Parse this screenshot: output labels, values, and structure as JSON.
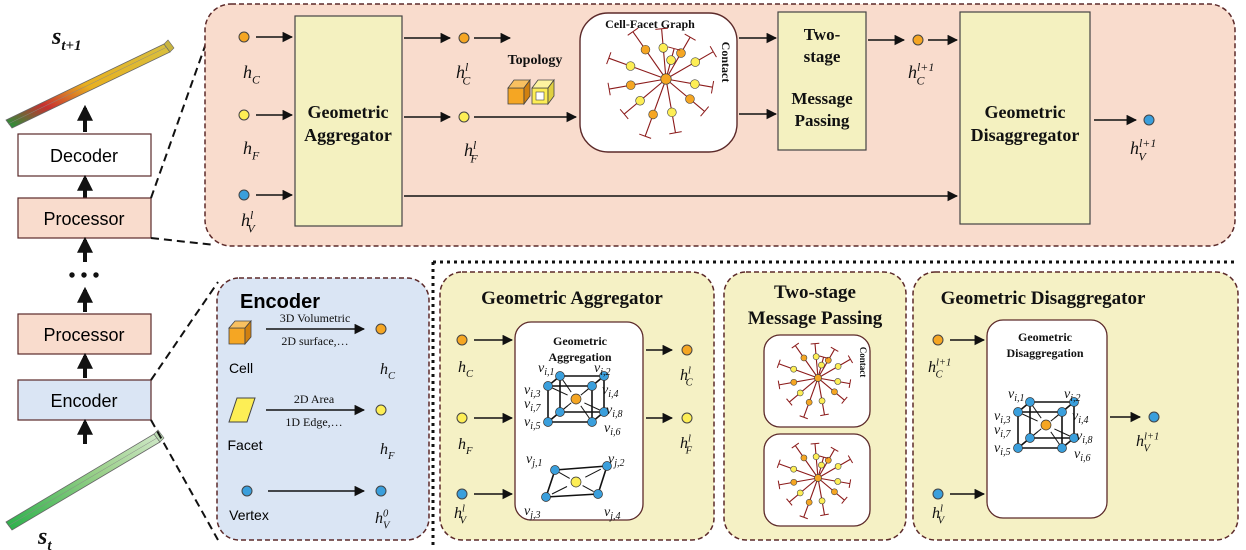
{
  "colors": {
    "processor_bg": "#f9dccd",
    "encoder_bg": "#dae5f4",
    "module_bg": "#f5f1c5",
    "block_bg": "#f4f1c0",
    "cell": "#f5a623",
    "facet": "#fdee55",
    "vertex": "#3a9fdc",
    "graph_edge": "#8b1a1a",
    "dashed_border": "#5c2a2a"
  },
  "icons": {
    "cell": "orange-cube-icon",
    "facet": "yellow-parallelogram-icon",
    "vertex": "blue-dot-icon",
    "mesh_state": "beam-mesh-icon"
  },
  "pipeline": {
    "state_top": [
      "s",
      "t+1"
    ],
    "state_bottom": [
      "s",
      "t"
    ],
    "decoder": "Decoder",
    "processor_top": "Processor",
    "ellipsis": "• • •",
    "processor_bottom": "Processor",
    "encoder": "Encoder"
  },
  "processor_detail": {
    "inputs": {
      "hc": [
        "h",
        "C",
        ""
      ],
      "hf": [
        "h",
        "F",
        ""
      ],
      "hv": [
        "h",
        "V",
        "l"
      ]
    },
    "aggregator": [
      "Geometric",
      "Aggregator"
    ],
    "mid": {
      "hc": [
        "h",
        "C",
        "l"
      ],
      "hf": [
        "h",
        "F",
        "l"
      ]
    },
    "topology": "Topology",
    "graph_title": "Cell-Facet Graph",
    "contact": "Contact",
    "message_passing": [
      "Two-",
      "stage",
      "Message",
      "Passing"
    ],
    "hc_next": [
      "h",
      "C",
      "l+1"
    ],
    "disaggregator": [
      "Geometric",
      "Disaggregator"
    ],
    "hv_next": [
      "h",
      "V",
      "l+1"
    ]
  },
  "encoder_detail": {
    "title": "Encoder",
    "cell_label": "Cell",
    "cell_top": "3D Volumetric",
    "cell_bottom": "2D surface,…",
    "hc": [
      "h",
      "C",
      ""
    ],
    "facet_label": "Facet",
    "facet_top": "2D Area",
    "facet_bottom": "1D Edge,…",
    "hf": [
      "h",
      "F",
      ""
    ],
    "vertex_label": "Vertex",
    "hv": [
      "h",
      "V",
      "0"
    ]
  },
  "aggregator_detail": {
    "title": "Geometric Aggregator",
    "inner_title": [
      "Geometric",
      "Aggregation"
    ],
    "in": {
      "hc": [
        "h",
        "C",
        ""
      ],
      "hf": [
        "h",
        "F",
        ""
      ],
      "hv": [
        "h",
        "V",
        "l"
      ]
    },
    "out": {
      "hc": [
        "h",
        "C",
        "l"
      ],
      "hf": [
        "h",
        "F",
        "l"
      ]
    },
    "cell_vertices": [
      [
        "v",
        "i,1"
      ],
      [
        "v",
        "i,2"
      ],
      [
        "v",
        "i,3"
      ],
      [
        "v",
        "i,4"
      ],
      [
        "v",
        "i,7"
      ],
      [
        "v",
        "i,8"
      ],
      [
        "v",
        "i,5"
      ],
      [
        "v",
        "i,6"
      ]
    ],
    "facet_vertices": [
      [
        "v",
        "j,1"
      ],
      [
        "v",
        "j,2"
      ],
      [
        "v",
        "j,3"
      ],
      [
        "v",
        "j,4"
      ]
    ]
  },
  "mp_detail": {
    "title": [
      "Two-stage",
      "Message Passing"
    ],
    "contact": "Contact"
  },
  "disaggregator_detail": {
    "title": "Geometric Disaggregator",
    "inner_title": [
      "Geometric",
      "Disaggregation"
    ],
    "in": {
      "hc": [
        "h",
        "C",
        "l+1"
      ],
      "hv": [
        "h",
        "V",
        "l"
      ]
    },
    "out": {
      "hv": [
        "h",
        "V",
        "l+1"
      ]
    },
    "vertices": [
      [
        "v",
        "i,1"
      ],
      [
        "v",
        "i,2"
      ],
      [
        "v",
        "i,3"
      ],
      [
        "v",
        "i,4"
      ],
      [
        "v",
        "i,7"
      ],
      [
        "v",
        "i,8"
      ],
      [
        "v",
        "i,5"
      ],
      [
        "v",
        "i,6"
      ]
    ]
  }
}
